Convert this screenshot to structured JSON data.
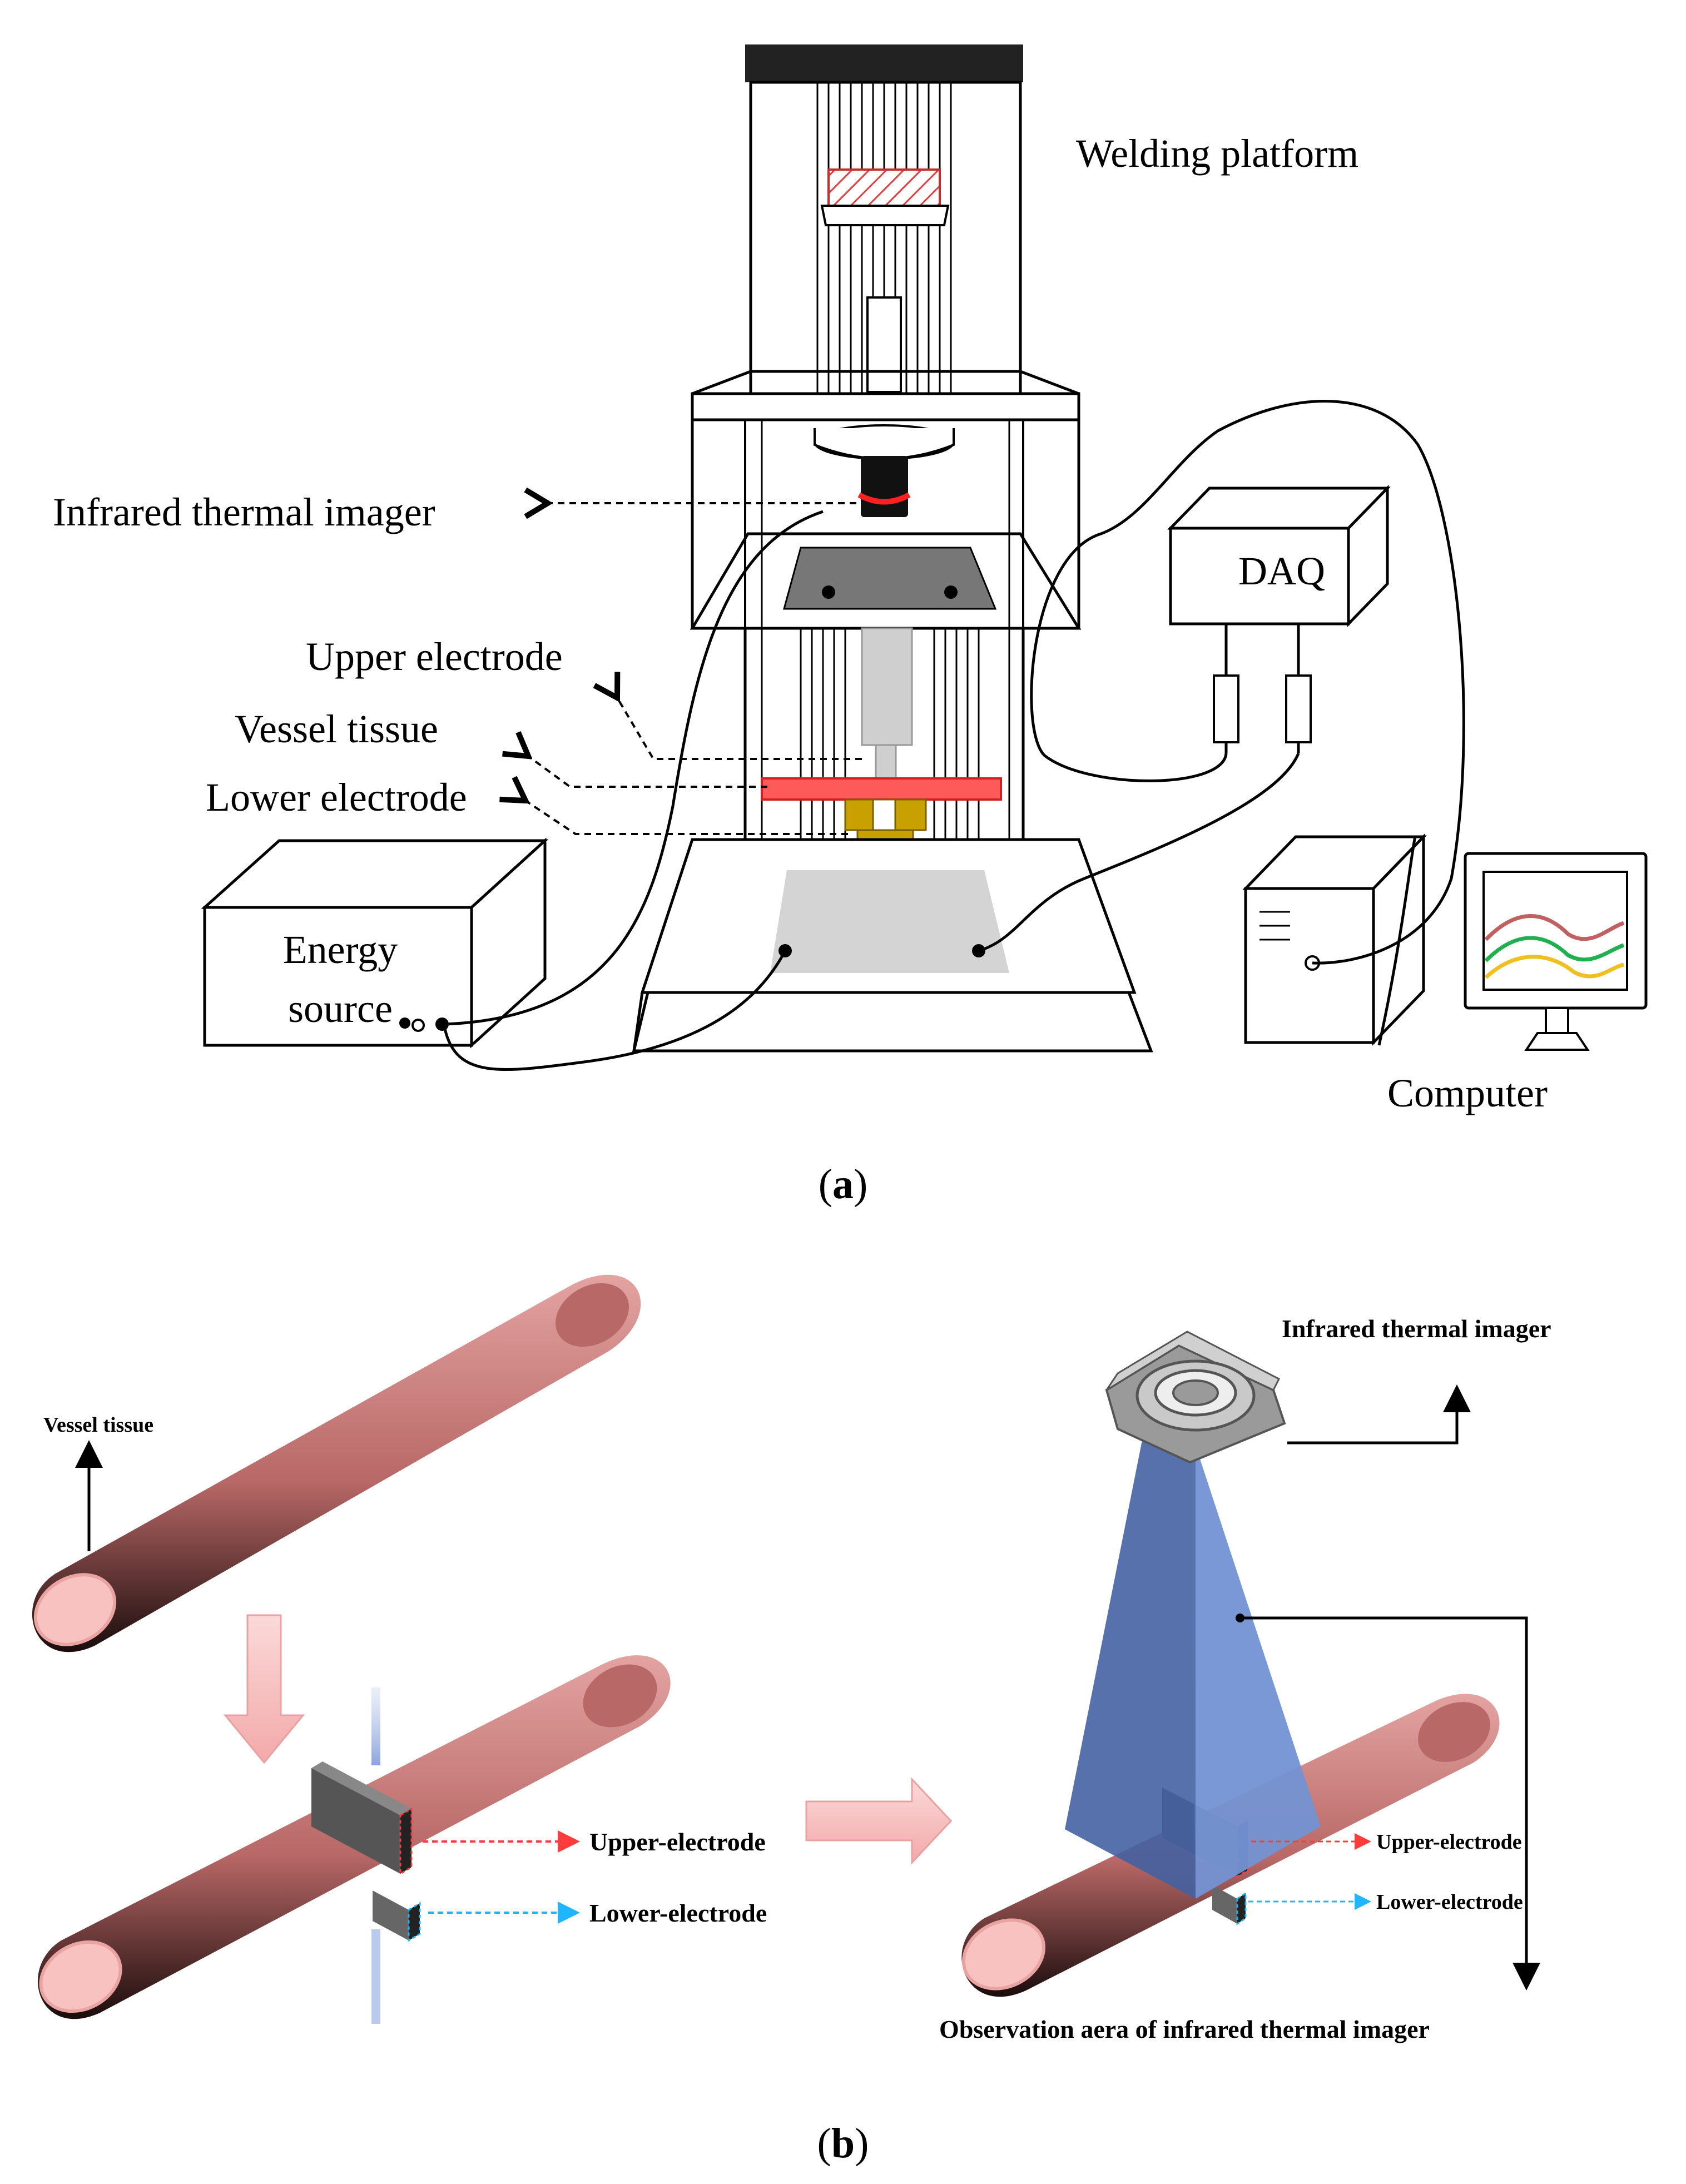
{
  "panel_a": {
    "caption": "a",
    "labels": {
      "welding_platform": "Welding platform",
      "infrared_imager": "Infrared thermal imager",
      "upper_electrode": "Upper electrode",
      "vessel_tissue": "Vessel tissue",
      "lower_electrode": "Lower electrode",
      "energy_source_line1": "Energy",
      "energy_source_line2": "source",
      "daq": "DAQ",
      "computer": "Computer"
    }
  },
  "panel_b": {
    "caption": "b",
    "labels": {
      "vessel_tissue": "Vessel tissue",
      "upper_electrode": "Upper-electrode",
      "lower_electrode": "Lower-electrode",
      "infrared_imager": "Infrared thermal imager",
      "upper_electrode_right": "Upper-electrode",
      "lower_electrode_right": "Lower-electrode",
      "observation_area": "Observation aera of infrared thermal imager"
    }
  },
  "colors": {
    "vessel": "#c97a78",
    "vessel_inner": "#f7c2c0",
    "electrode_gold": "#c8a000",
    "beam_blue": "#5a7dc4",
    "red_accent": "#ff3b3b",
    "cyan_accent": "#1fb6ff"
  }
}
